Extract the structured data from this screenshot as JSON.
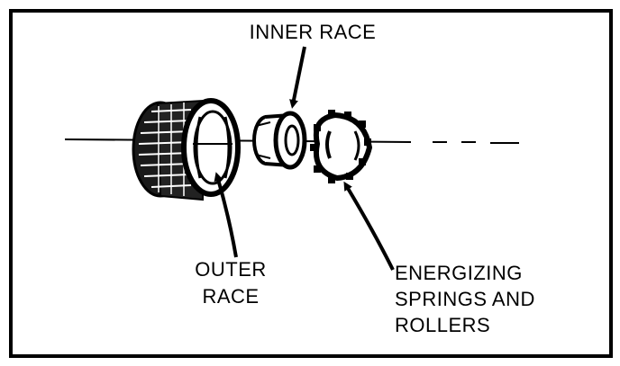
{
  "labels": {
    "inner_race": "INNER RACE",
    "outer_race_line1": "OUTER",
    "outer_race_line2": "RACE",
    "energizing_line1": "ENERGIZING",
    "energizing_line2": "SPRINGS AND",
    "energizing_line3": "ROLLERS"
  },
  "colors": {
    "ink": "#000000",
    "paper": "#ffffff"
  }
}
